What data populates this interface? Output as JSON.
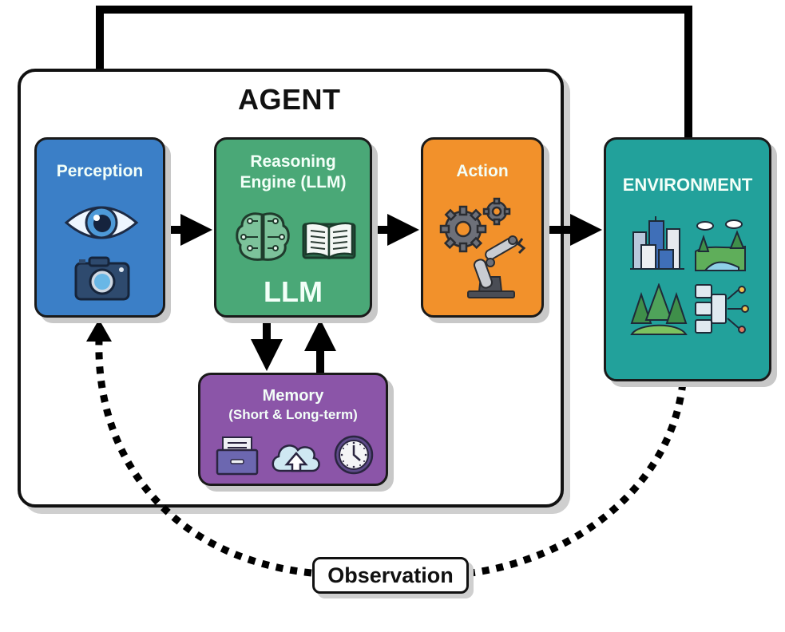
{
  "diagram": {
    "agent_title": "AGENT",
    "nodes": {
      "perception": {
        "label": "Perception",
        "color": "#3b7fc7",
        "icons": [
          "eye-icon",
          "camera-icon"
        ]
      },
      "reasoning": {
        "label_line1": "Reasoning",
        "label_line2": "Engine (LLM)",
        "big_text": "LLM",
        "color": "#4aa877",
        "icons": [
          "brain-circuit-icon",
          "open-book-icon"
        ]
      },
      "action": {
        "label": "Action",
        "color": "#f2912b",
        "icons": [
          "gears-icon",
          "robot-arm-icon"
        ]
      },
      "environment": {
        "label": "ENVIRONMENT",
        "color": "#22a19b",
        "icons": [
          "city-icon",
          "landscape-river-icon",
          "forest-icon",
          "data-network-icon"
        ]
      },
      "memory": {
        "label": "Memory",
        "sublabel": "(Short & Long-term)",
        "color": "#8b55a8",
        "icons": [
          "file-drawer-icon",
          "cloud-upload-icon",
          "clock-icon"
        ]
      }
    },
    "observation_label": "Observation",
    "edges": [
      {
        "from": "Perception",
        "to": "Reasoning Engine (LLM)",
        "style": "solid"
      },
      {
        "from": "Reasoning Engine (LLM)",
        "to": "Action",
        "style": "solid"
      },
      {
        "from": "Action",
        "to": "ENVIRONMENT",
        "style": "solid"
      },
      {
        "from": "Reasoning Engine (LLM)",
        "to": "Memory",
        "style": "solid"
      },
      {
        "from": "Memory",
        "to": "Reasoning Engine (LLM)",
        "style": "solid"
      },
      {
        "from": "ENVIRONMENT",
        "to": "Perception",
        "style": "solid",
        "route": "over top"
      },
      {
        "from": "ENVIRONMENT",
        "to": "Perception",
        "style": "dotted",
        "label": "Observation"
      }
    ]
  }
}
